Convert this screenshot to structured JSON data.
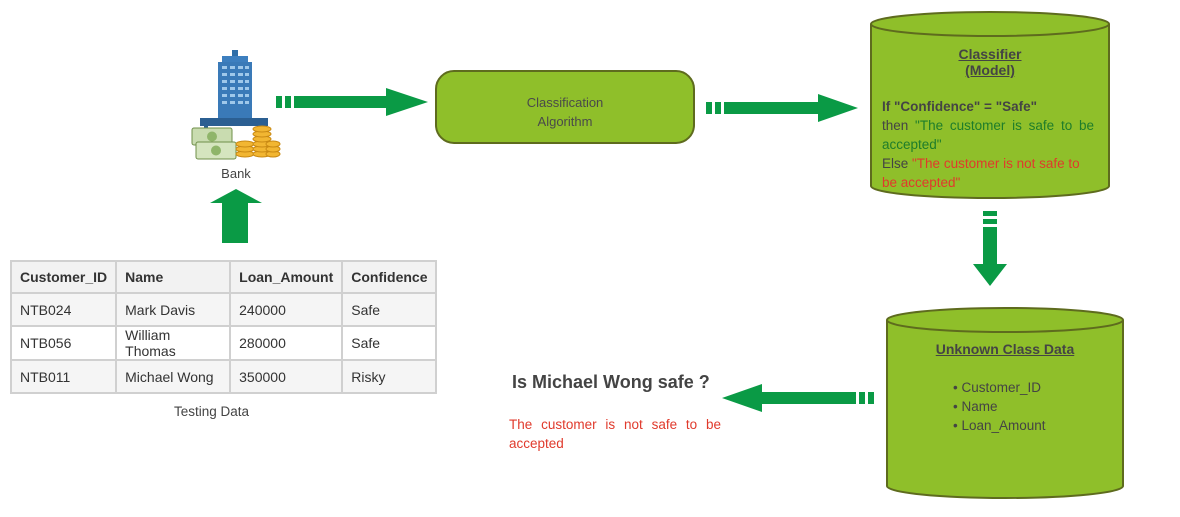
{
  "bank": {
    "label": "Bank"
  },
  "algorithm": {
    "line1": "Classification",
    "line2": "Algorithm"
  },
  "classifier": {
    "title1": "Classifier",
    "title2": "(Model)",
    "rule_if": "If \"Confidence\" = \"Safe\"",
    "rule_then_prefix": "then ",
    "rule_then_text": "\"The customer is safe to be accepted\"",
    "rule_else_prefix": "Else ",
    "rule_else_text": "\"The customer is not safe to be accepted\""
  },
  "unknown": {
    "title": "Unknown Class Data",
    "items": [
      "Customer_ID",
      "Name",
      "Loan_Amount"
    ]
  },
  "question": "Is Michael Wong safe ?",
  "answer": "The customer is not safe to be accepted",
  "table": {
    "caption": "Testing Data",
    "headers": [
      "Customer_ID",
      "Name",
      "Loan_Amount",
      "Confidence"
    ],
    "rows": [
      [
        "NTB024",
        "Mark Davis",
        "240000",
        "Safe"
      ],
      [
        "NTB056",
        "William Thomas",
        "280000",
        "Safe"
      ],
      [
        "NTB011",
        "Michael Wong",
        "350000",
        "Risky"
      ]
    ]
  },
  "colors": {
    "green_fill": "#8fbf2a",
    "green_stroke": "#5e6b1e",
    "arrow": "#0a9a45",
    "red_text": "#e03a2c",
    "green_text": "#1e7d2a"
  }
}
